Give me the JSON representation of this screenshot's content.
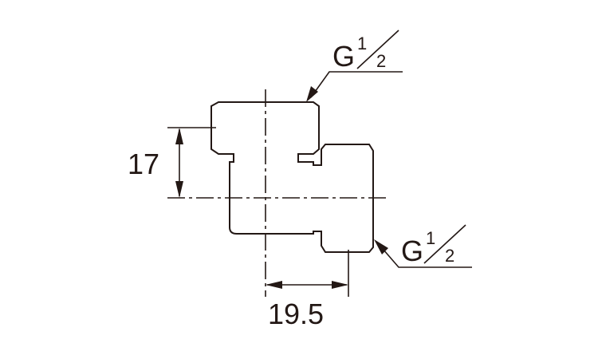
{
  "dimensions": {
    "height": "17",
    "offset": "19.5"
  },
  "threads": {
    "top": {
      "letter": "G",
      "num": "1",
      "den": "2"
    },
    "side": {
      "letter": "G",
      "num": "1",
      "den": "2"
    }
  },
  "colors": {
    "line": "#231815"
  }
}
